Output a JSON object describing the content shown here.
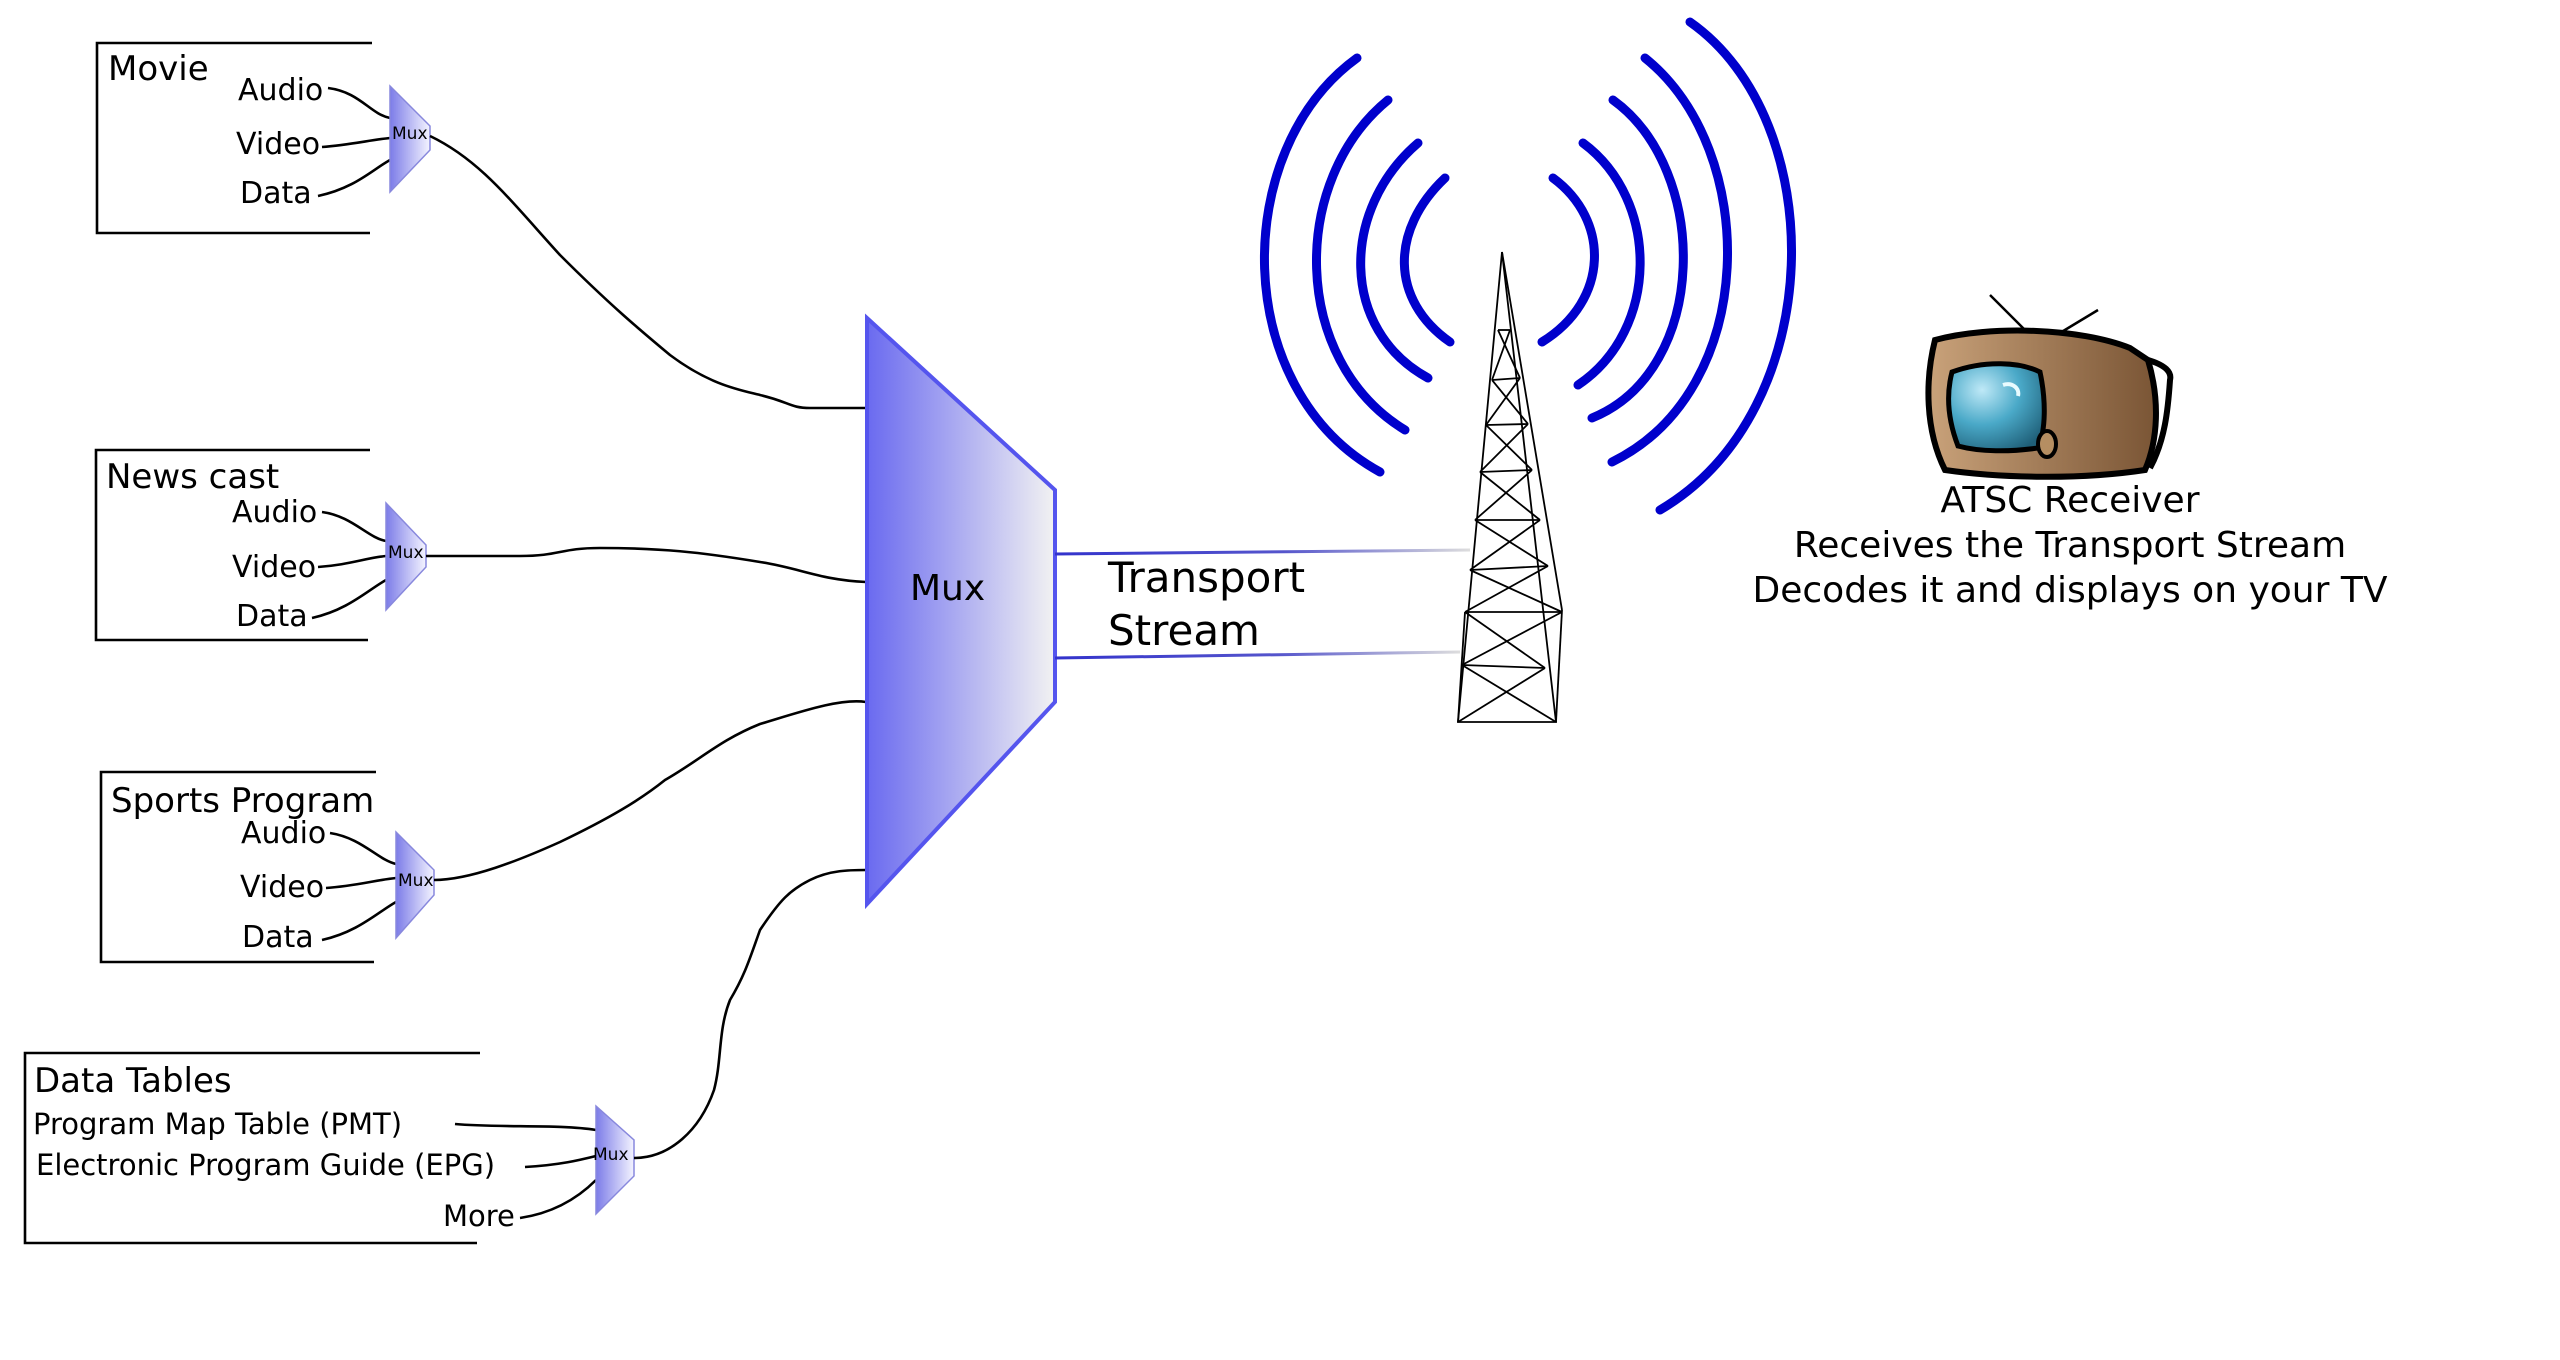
{
  "sources": {
    "movie": {
      "title": "Movie",
      "inputs": [
        "Audio",
        "Video",
        "Data"
      ],
      "mux_label": "Mux"
    },
    "newscast": {
      "title": "News cast",
      "inputs": [
        "Audio",
        "Video",
        "Data"
      ],
      "mux_label": "Mux"
    },
    "sports": {
      "title": "Sports Program",
      "inputs": [
        "Audio",
        "Video",
        "Data"
      ],
      "mux_label": "Mux"
    },
    "tables": {
      "title": "Data Tables",
      "inputs": [
        "Program Map Table (PMT)",
        "Electronic Program Guide (EPG)",
        "More"
      ],
      "mux_label": "Mux"
    }
  },
  "main_mux": {
    "label": "Mux"
  },
  "transport": {
    "line1": "Transport",
    "line2": "Stream"
  },
  "receiver": {
    "line1": "ATSC Receiver",
    "line2": "Receives the Transport Stream",
    "line3": "Decodes it and displays on your TV"
  },
  "colors": {
    "mux_blue": "#6a6af0",
    "wave_blue": "#0000cc",
    "tv_wood": "#a9825a",
    "tv_screen": "#4aa9c8"
  }
}
